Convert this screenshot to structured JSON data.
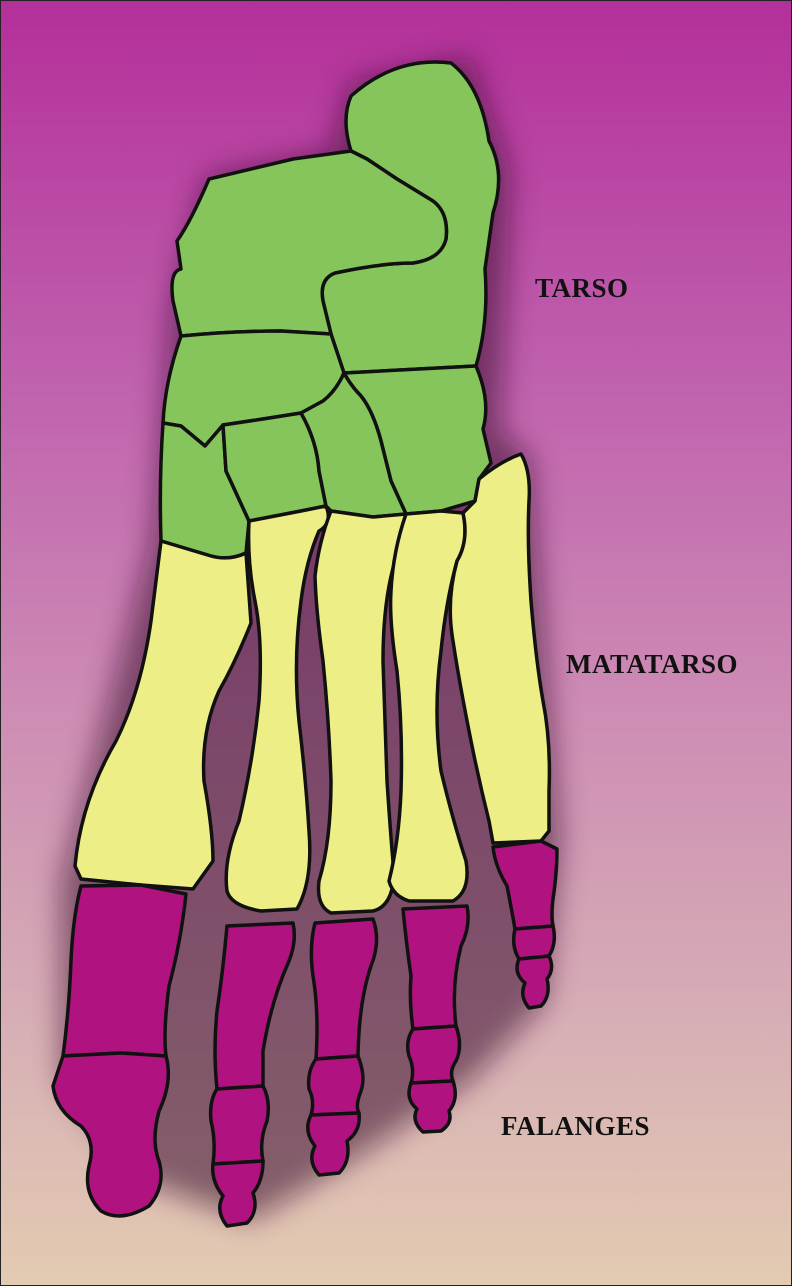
{
  "labels": {
    "tarso": "TARSO",
    "metatarso": "MATATARSO",
    "falanges": "FALANGES"
  },
  "colors": {
    "background_top": "#b42f9a",
    "background_bottom": "#e3cbb2",
    "tarsal_bones": "#86c45c",
    "metatarsal_bones": "#eeee86",
    "phalanges": "#b0137f",
    "outline": "#111111"
  }
}
